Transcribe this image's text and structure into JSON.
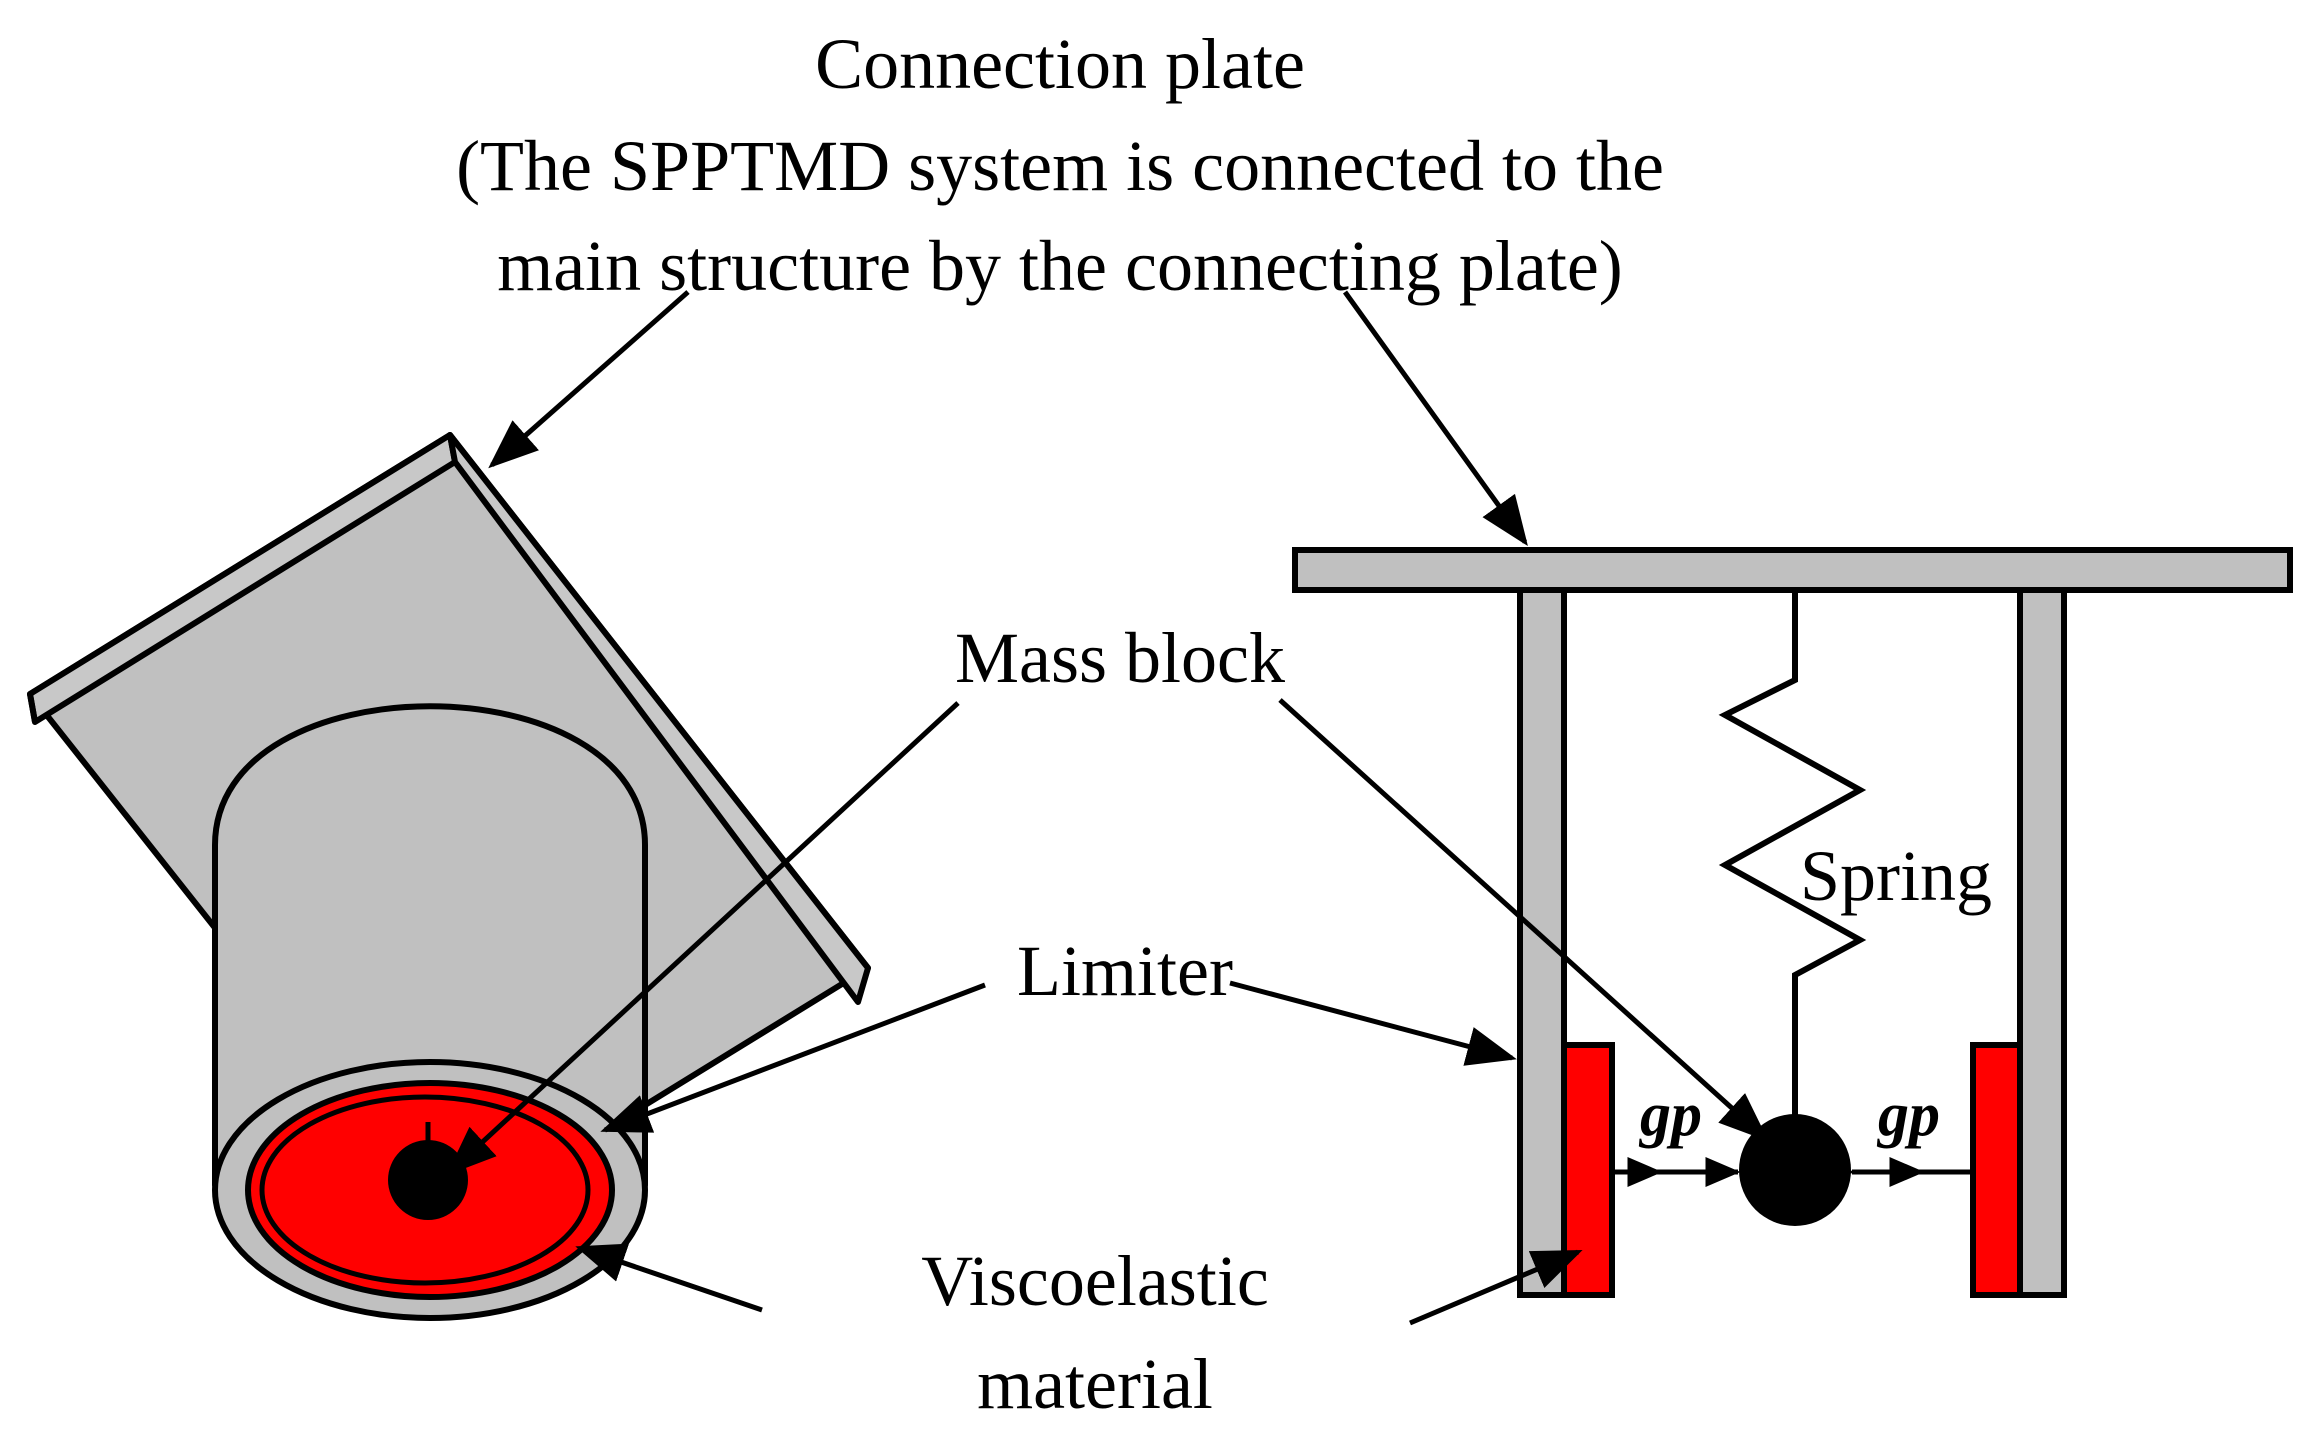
{
  "labels": {
    "connection_title": "Connection plate",
    "connection_note_1": "(The SPPTMD system is connected to the",
    "connection_note_2": "main structure by the connecting plate)",
    "mass_block": "Mass block",
    "limiter": "Limiter",
    "spring": "Spring",
    "gap_left": "gp",
    "gap_right": "gp",
    "viscoelastic_1": "Viscoelastic",
    "viscoelastic_2": "material"
  },
  "colors": {
    "steel": "#c0c0c0",
    "viscoelastic": "#ff0000",
    "mass": "#000000",
    "line": "#000000"
  }
}
